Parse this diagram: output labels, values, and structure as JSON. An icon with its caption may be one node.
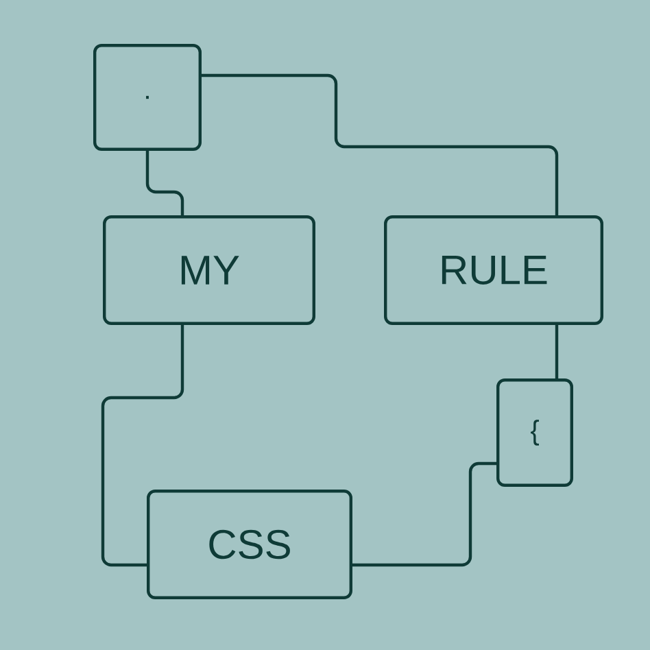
{
  "diagram": {
    "nodes": [
      {
        "text": [
          "."
        ]
      },
      {
        "text": [
          "MY"
        ]
      },
      {
        "text": [
          "RULE"
        ]
      },
      {
        "text": [
          "{"
        ]
      },
      {
        "text": [
          "CSS"
        ]
      }
    ],
    "edges": [
      {
        "from": 0,
        "to": 1,
        "arrow": "none"
      },
      {
        "from": 0,
        "to": 2,
        "arrow": "none"
      },
      {
        "from": 2,
        "to": 3,
        "arrow": "none"
      },
      {
        "from": 4,
        "to": 3,
        "arrow": "none"
      },
      {
        "from": 1,
        "to": 4,
        "arrow": "none"
      }
    ]
  }
}
